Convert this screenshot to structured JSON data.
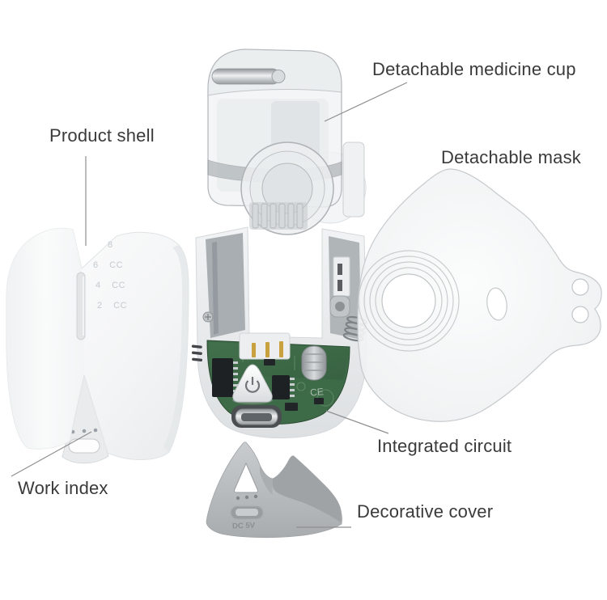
{
  "diagram": {
    "labels": {
      "medicine_cup": "Detachable medicine cup",
      "product_shell": "Product shell",
      "mask": "Detachable mask",
      "integrated_circuit": "Integrated circuit",
      "work_index": "Work index",
      "decorative_cover": "Decorative cover"
    },
    "markings": {
      "dose_scale": [
        "8",
        "6 CC",
        "4 CC",
        "2 CC"
      ],
      "pcb_mark": "CE",
      "power_rating": "DC 5V"
    },
    "colors": {
      "label_text": "#3a3a3a",
      "leader_line": "#8f8f8f",
      "pcb_green": "#3e6b47",
      "pcb_green_dark": "#2f5338",
      "chip_black": "#1e2123",
      "pin_gold": "#c9a23f",
      "shell_light": "#f7f8f9",
      "shell_shade": "#e8eaec",
      "cover_gray": "#b7babc",
      "cover_dark": "#9fa3a6",
      "metal_gray": "#aab0b4"
    }
  }
}
